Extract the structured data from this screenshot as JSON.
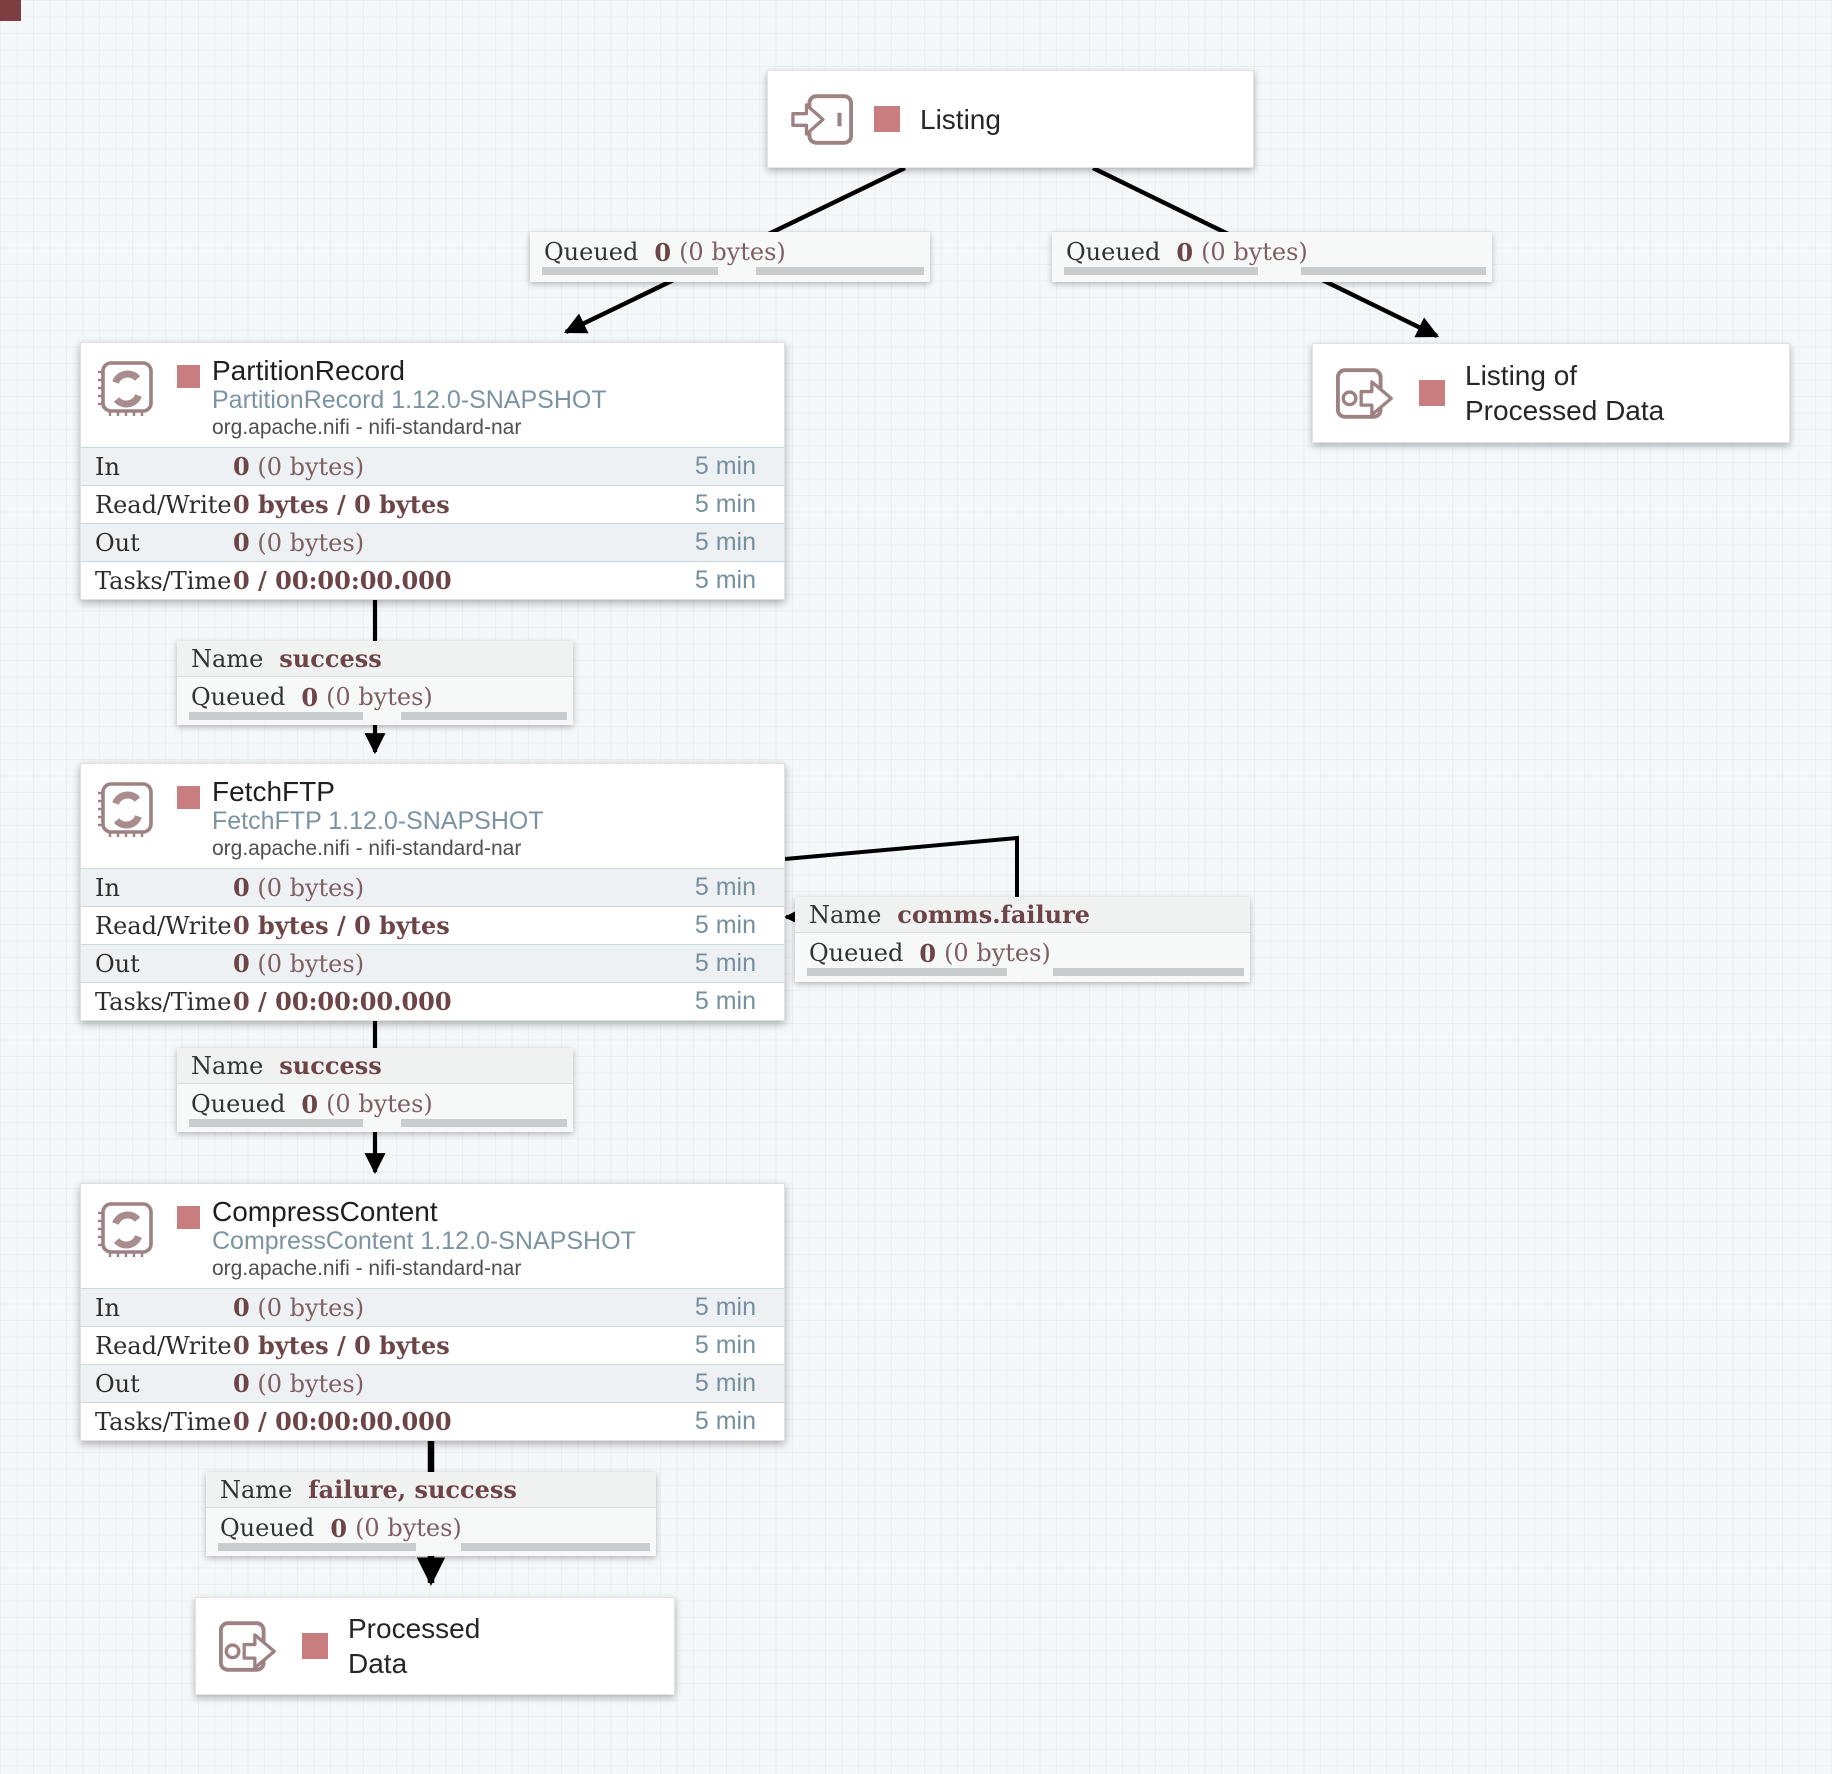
{
  "canvas": {
    "background": "#f5f8f9",
    "grid_color": "#dde6e9",
    "corner_marker_color": "#7c3e41",
    "accent_red": "#c87d7f",
    "icon_maroon": "#9d8183",
    "value_maroon": "#6d4548",
    "time_slate": "#76909e"
  },
  "labels": {
    "queued_word": "Queued",
    "name_word": "Name"
  },
  "ports": {
    "listing": {
      "label": "Listing"
    },
    "listing_of_processed_data": {
      "line1": "Listing of",
      "line2": "Processed Data"
    },
    "processed_data": {
      "line1": "Processed",
      "line2": "Data"
    }
  },
  "connections": {
    "listing_to_partitionrecord": {
      "queued": "0",
      "size": "(0 bytes)"
    },
    "listing_to_output": {
      "queued": "0",
      "size": "(0 bytes)"
    },
    "partition_to_fetchftp": {
      "name": "success",
      "queued": "0",
      "size": "(0 bytes)"
    },
    "fetchftp_selfloop": {
      "name": "comms.failure",
      "queued": "0",
      "size": "(0 bytes)"
    },
    "fetchftp_to_compress": {
      "name": "success",
      "queued": "0",
      "size": "(0 bytes)"
    },
    "compress_to_processed": {
      "name": "failure, success",
      "queued": "0",
      "size": "(0 bytes)"
    }
  },
  "processors": [
    {
      "name": "PartitionRecord",
      "version": "PartitionRecord 1.12.0-SNAPSHOT",
      "bundle": "org.apache.nifi - nifi-standard-nar",
      "stats": [
        {
          "label": "In",
          "bold": "0",
          "paren": "(0 bytes)",
          "time": "5 min"
        },
        {
          "label": "Read/Write",
          "bold": "0 bytes / 0 bytes",
          "paren": "",
          "time": "5 min"
        },
        {
          "label": "Out",
          "bold": "0",
          "paren": "(0 bytes)",
          "time": "5 min"
        },
        {
          "label": "Tasks/Time",
          "bold": "0 / 00:00:00.000",
          "paren": "",
          "time": "5 min"
        }
      ]
    },
    {
      "name": "FetchFTP",
      "version": "FetchFTP 1.12.0-SNAPSHOT",
      "bundle": "org.apache.nifi - nifi-standard-nar",
      "stats": [
        {
          "label": "In",
          "bold": "0",
          "paren": "(0 bytes)",
          "time": "5 min"
        },
        {
          "label": "Read/Write",
          "bold": "0 bytes / 0 bytes",
          "paren": "",
          "time": "5 min"
        },
        {
          "label": "Out",
          "bold": "0",
          "paren": "(0 bytes)",
          "time": "5 min"
        },
        {
          "label": "Tasks/Time",
          "bold": "0 / 00:00:00.000",
          "paren": "",
          "time": "5 min"
        }
      ]
    },
    {
      "name": "CompressContent",
      "version": "CompressContent 1.12.0-SNAPSHOT",
      "bundle": "org.apache.nifi - nifi-standard-nar",
      "stats": [
        {
          "label": "In",
          "bold": "0",
          "paren": "(0 bytes)",
          "time": "5 min"
        },
        {
          "label": "Read/Write",
          "bold": "0 bytes / 0 bytes",
          "paren": "",
          "time": "5 min"
        },
        {
          "label": "Out",
          "bold": "0",
          "paren": "(0 bytes)",
          "time": "5 min"
        },
        {
          "label": "Tasks/Time",
          "bold": "0 / 00:00:00.000",
          "paren": "",
          "time": "5 min"
        }
      ]
    }
  ]
}
